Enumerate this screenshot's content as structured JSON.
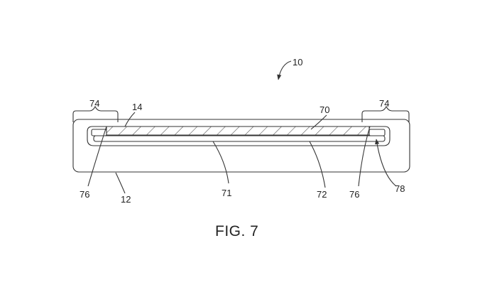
{
  "figure": {
    "caption": "FIG. 7",
    "labels": {
      "assembly": "10",
      "housing": "12",
      "cover": "14",
      "layer": "70",
      "panel": "71",
      "edge_line": "72",
      "bracket_left": "74",
      "bracket_right": "74",
      "edge_left": "76",
      "edge_right": "76",
      "gap": "78"
    }
  }
}
